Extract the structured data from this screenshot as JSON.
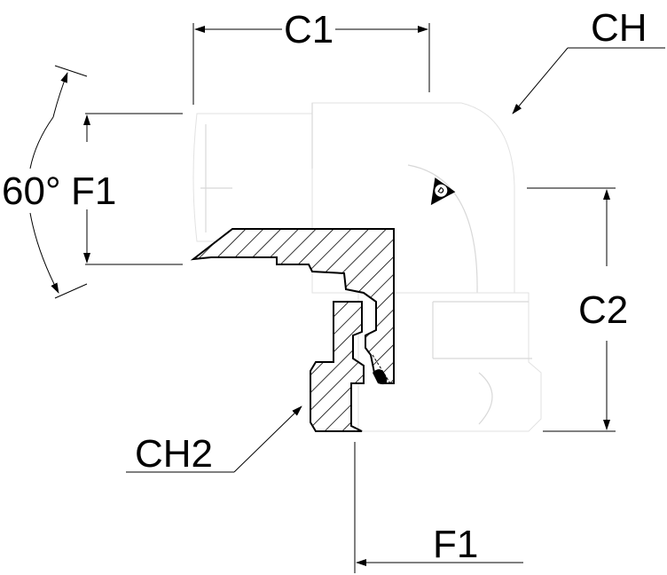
{
  "labels": {
    "c1": "C1",
    "ch": "CH",
    "angle": "60°",
    "f1_left": "F1",
    "c2": "C2",
    "ch2": "CH2",
    "f1_bottom": "F1"
  },
  "icons": {
    "logo": "dunlop-d-logo",
    "arrow": "arrowhead"
  },
  "colors": {
    "ink": "#000000",
    "body": "#ffffff",
    "body_edge": "#e2e2e2"
  }
}
